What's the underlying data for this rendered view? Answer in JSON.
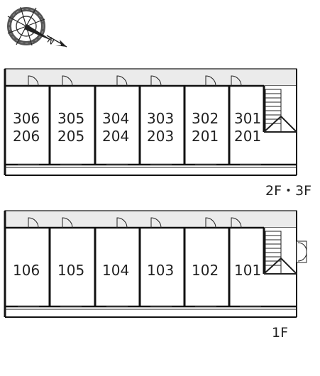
{
  "compass": {
    "icon": "compass-rose-icon",
    "north_label": "N"
  },
  "floors": [
    {
      "id": "upper",
      "label": "2F・3F",
      "units": [
        {
          "top": "306",
          "bottom": "206"
        },
        {
          "top": "305",
          "bottom": "205"
        },
        {
          "top": "304",
          "bottom": "204"
        },
        {
          "top": "303",
          "bottom": "203"
        },
        {
          "top": "302",
          "bottom": "201"
        },
        {
          "top": "301",
          "bottom": "201"
        }
      ]
    },
    {
      "id": "ground",
      "label": "1F",
      "units": [
        {
          "top": "106"
        },
        {
          "top": "105"
        },
        {
          "top": "104"
        },
        {
          "top": "103"
        },
        {
          "top": "102"
        },
        {
          "top": "101"
        }
      ]
    }
  ],
  "colors": {
    "corridor": "#ebebeb",
    "wall": "#111111",
    "text": "#222222"
  }
}
